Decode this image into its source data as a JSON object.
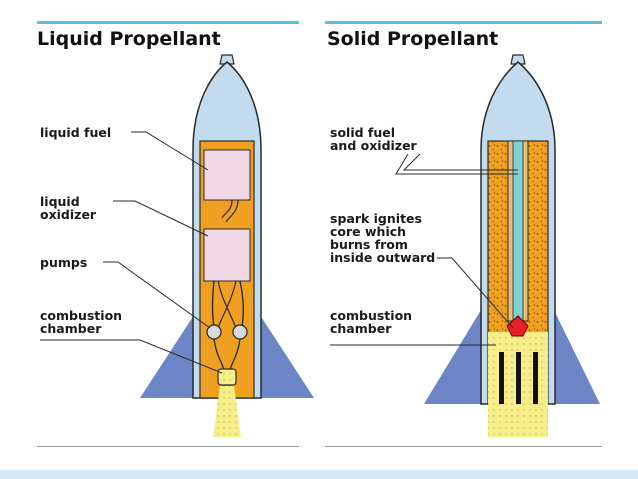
{
  "panels": {
    "liquid": {
      "title": "Liquid Propellant",
      "labels": {
        "liquid_fuel": "liquid fuel",
        "liquid_oxidizer": "liquid\noxidizer",
        "pumps": "pumps",
        "combustion_chamber": "combustion\nchamber"
      }
    },
    "solid": {
      "title": "Solid Propellant",
      "labels": {
        "solid_fuel": "solid fuel\nand oxidizer",
        "spark": "spark ignites\ncore which\nburns from\ninside outward",
        "combustion_chamber": "combustion\nchamber"
      }
    }
  },
  "colors": {
    "accent_rule": "#4fc3df",
    "fins": "#6b85c7",
    "nose": "#c3dbef",
    "propellant": "#f0a020",
    "liquid_tank": "#f0d8e4",
    "exhaust": "#f6ee8a",
    "spark": "#e8202a",
    "core": "#7fd1d6"
  }
}
